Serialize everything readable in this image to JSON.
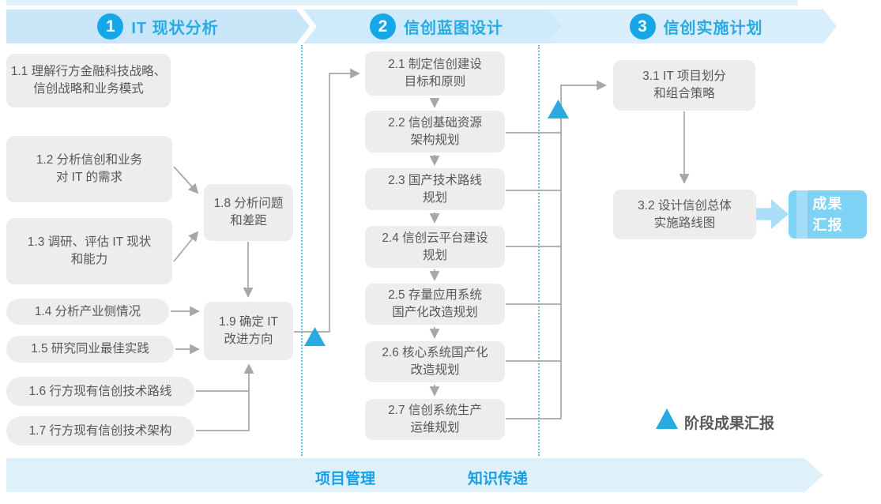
{
  "phases": [
    {
      "number": "1",
      "title": "IT 现状分析"
    },
    {
      "number": "2",
      "title": "信创蓝图设计"
    },
    {
      "number": "3",
      "title": "信创实施计划"
    }
  ],
  "steps": {
    "s11": "1.1 理解行方金融科技战略、\n信创战略和业务模式",
    "s12": "1.2 分析信创和业务\n对 IT 的需求",
    "s13": "1.3 调研、评估 IT 现状\n和能力",
    "s14": "1.4 分析产业侧情况",
    "s15": "1.5 研究同业最佳实践",
    "s16": "1.6 行方现有信创技术路线",
    "s17": "1.7 行方现有信创技术架构",
    "s18": "1.8 分析问题\n和差距",
    "s19": "1.9 确定 IT\n改进方向",
    "s21": "2.1 制定信创建设\n目标和原则",
    "s22": "2.2 信创基础资源\n架构规划",
    "s23": "2.3 国产技术路线\n规划",
    "s24": "2.4 信创云平台建设\n规划",
    "s25": "2.5 存量应用系统\n国产化改造规划",
    "s26": "2.6 核心系统国产化\n改造规划",
    "s27": "2.7 信创系统生产\n运维规划",
    "s31": "3.1 IT 项目划分\n和组合策略",
    "s32": "3.2 设计信创总体\n实施路线图"
  },
  "result_box": {
    "text": "成果\n汇报"
  },
  "legend": {
    "label": "阶段成果汇报"
  },
  "bottom_bar": {
    "labels": [
      "项目管理",
      "知识传递"
    ]
  },
  "colors": {
    "accent_blue": "#29abe2",
    "circle_blue": "#16a7e9",
    "band_blue": "#c8e6f7",
    "bottom_band_blue": "#def1fb",
    "box_gray": "#ededee",
    "box_text_gray": "#57585a",
    "line_gray": "#a6a7a9",
    "result_box_blue": "#7ed2f3"
  }
}
